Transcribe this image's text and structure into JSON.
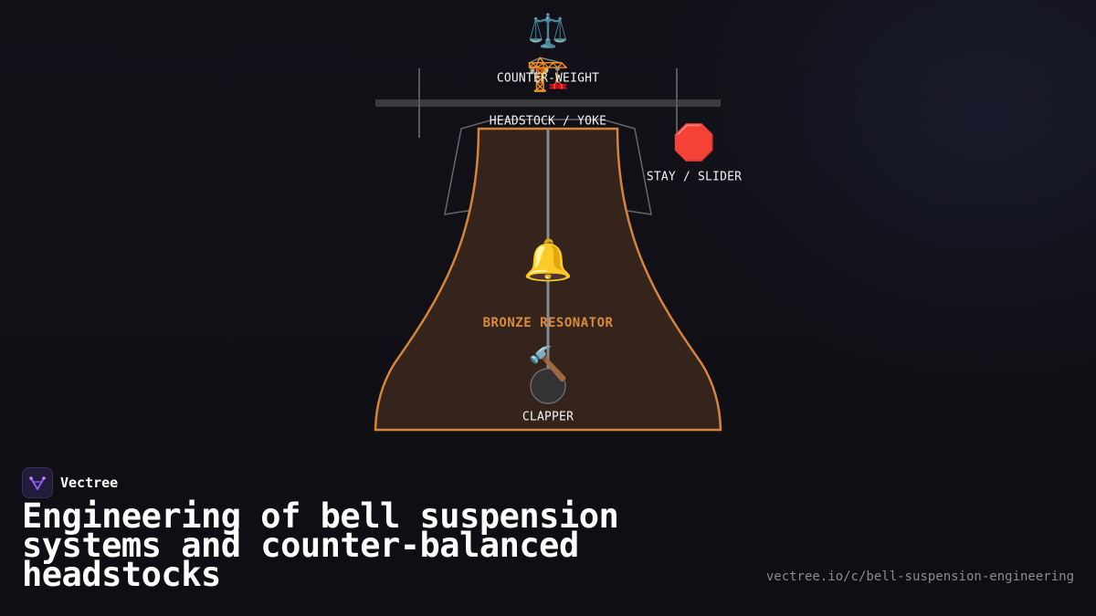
{
  "brand": {
    "name": "Vectree",
    "logo_color": "#8b5cf6"
  },
  "title": "Engineering of bell suspension systems and counter-balanced headstocks",
  "url": "vectree.io/c/bell-suspension-engineering",
  "diagram": {
    "labels": {
      "counterweight": "COUNTER-WEIGHT",
      "headstock": "HEADSTOCK / YOKE",
      "stay": "STAY / SLIDER",
      "resonator": "BRONZE RESONATOR",
      "clapper": "CLAPPER"
    },
    "icons": {
      "balance": "⚖️",
      "crane": "🏗️",
      "stop": "🛑",
      "bell": "🔔",
      "hammer": "🔨"
    },
    "colors": {
      "bell_fill": "#35241c",
      "bell_stroke": "#d4853a",
      "beam": "#3c3c3e",
      "outline": "#6a6a6e",
      "resonator_label": "#d98a3d"
    }
  }
}
